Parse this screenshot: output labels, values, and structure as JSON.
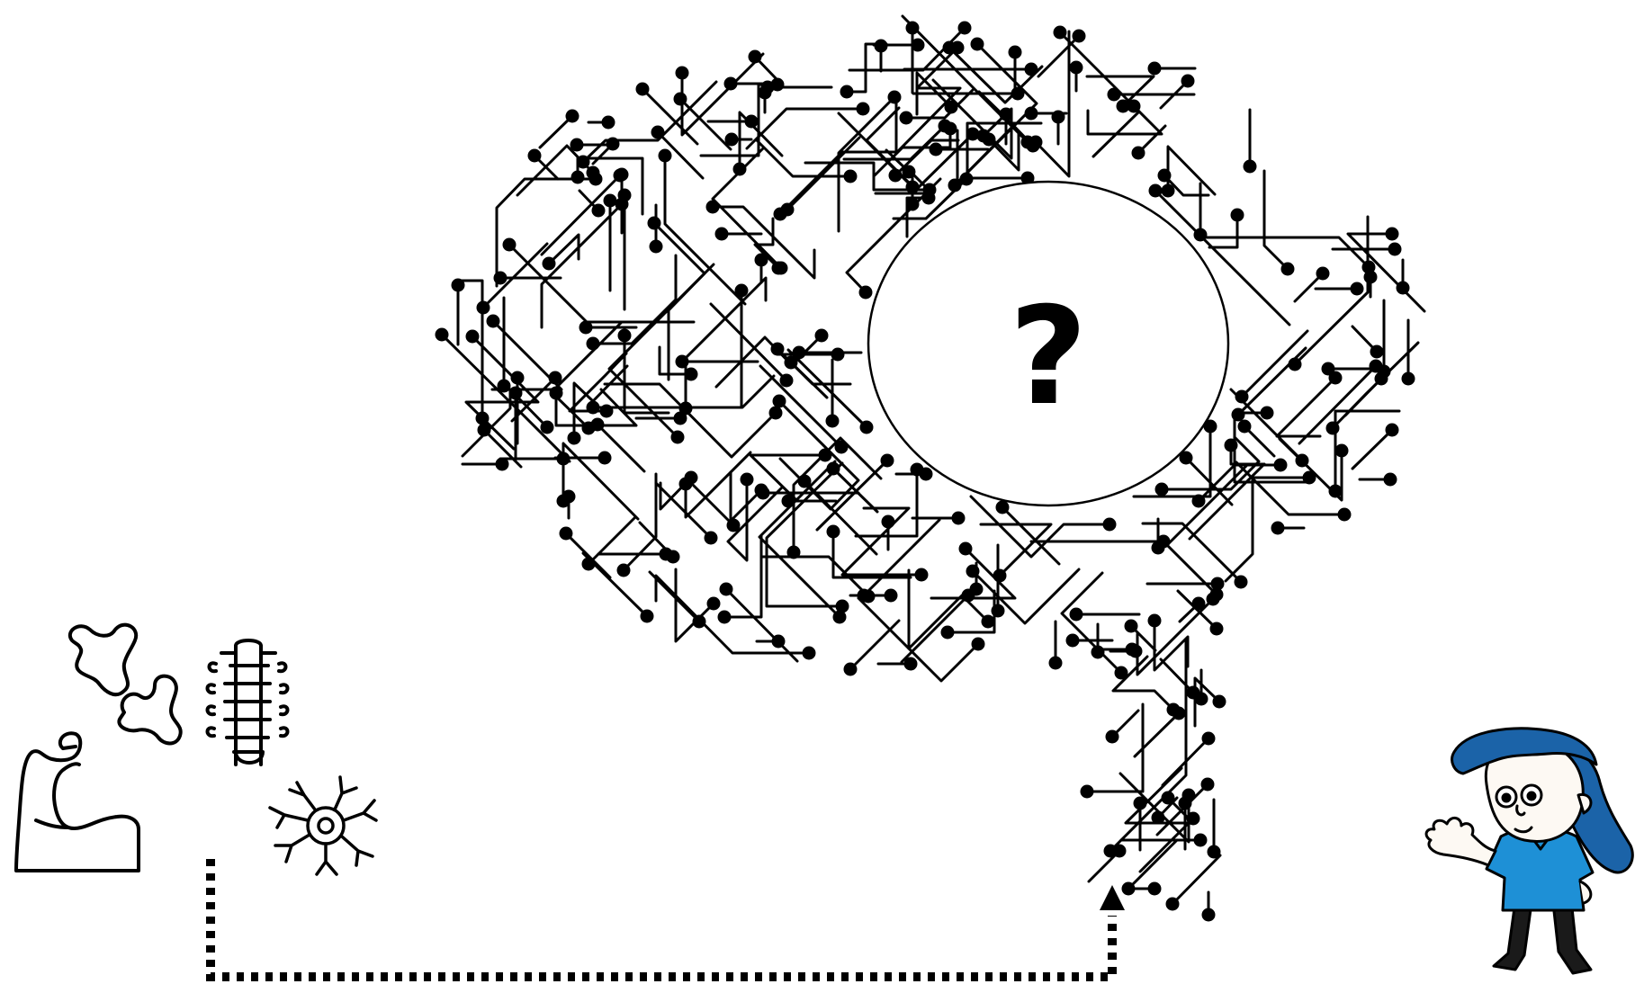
{
  "diagram": {
    "question_mark": "?",
    "icons": [
      "bones-icon",
      "spine-icon",
      "flexed-arm-icon",
      "neuron-icon",
      "circuit-brain-icon",
      "cartoon-character-icon"
    ],
    "colors": {
      "line": "#000000",
      "background": "#ffffff",
      "character_shirt": "#1e90d6",
      "character_hair": "#1b63a8",
      "character_skin": "#fdf9f3"
    },
    "arrow": {
      "style": "dotted",
      "from": "body-icons",
      "to": "brain"
    }
  }
}
